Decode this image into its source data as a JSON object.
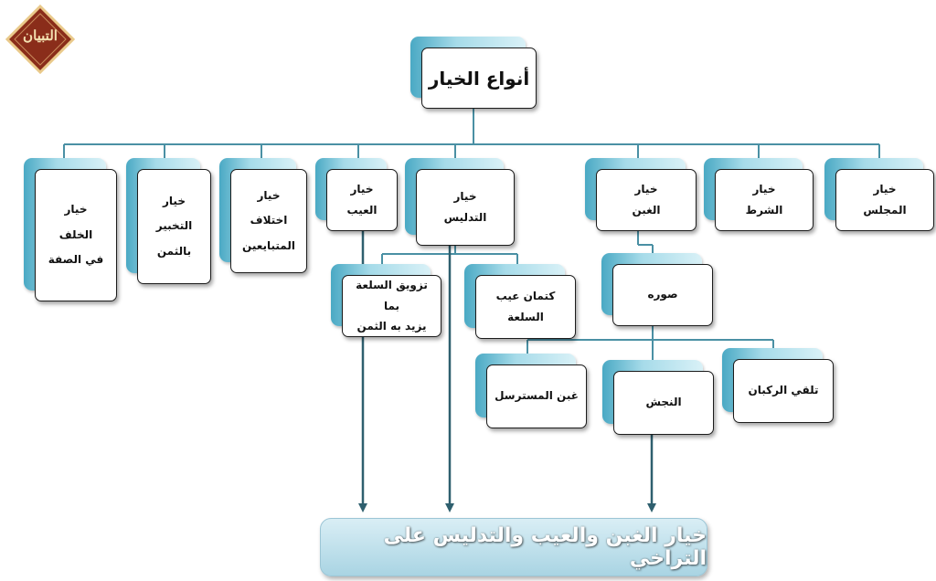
{
  "logo": {
    "text": "التبيان",
    "colors": {
      "fill": "#8a2d1a",
      "border": "#e9c98a"
    }
  },
  "root": {
    "label": "أنواع الخيار"
  },
  "types": {
    "majlis": {
      "lines": [
        "خيار",
        "المجلس"
      ]
    },
    "shart": {
      "lines": [
        "خيار",
        "الشرط"
      ]
    },
    "ghabn": {
      "lines": [
        "خيار",
        "الغبن"
      ]
    },
    "tadlis": {
      "lines": [
        "خيار",
        "التدليس"
      ]
    },
    "ayb": {
      "lines": [
        "خيار",
        "العيب"
      ]
    },
    "ikhtilaf": {
      "lines": [
        "خيار",
        "اختلاف",
        "المتبايعين"
      ]
    },
    "takhbir": {
      "lines": [
        "خيار",
        "التخبير",
        "بالثمن"
      ]
    },
    "khulf": {
      "lines": [
        "خيار",
        "الخلف",
        "في الصفة"
      ]
    }
  },
  "tadlis_forms": {
    "kitman": {
      "lines": [
        "كتمان عيب",
        "السلعة"
      ]
    },
    "tazwiq": {
      "lines": [
        "تزويق السلعة بما",
        "يزيد به الثمن"
      ]
    }
  },
  "ghabn_forms": {
    "header": {
      "label": "صوره"
    },
    "talaqqi": {
      "label": "تلقي الركبان"
    },
    "najsh": {
      "label": "النجش"
    },
    "mustarsil": {
      "label": "غبن المسترسل"
    }
  },
  "conclusion": {
    "label": "خيار الغبن والعيب والتدليس على التراخي"
  },
  "colors": {
    "connector": "#4a90a4",
    "arrow": "#2e5f6e",
    "box_accent": "#4aa9c4"
  }
}
